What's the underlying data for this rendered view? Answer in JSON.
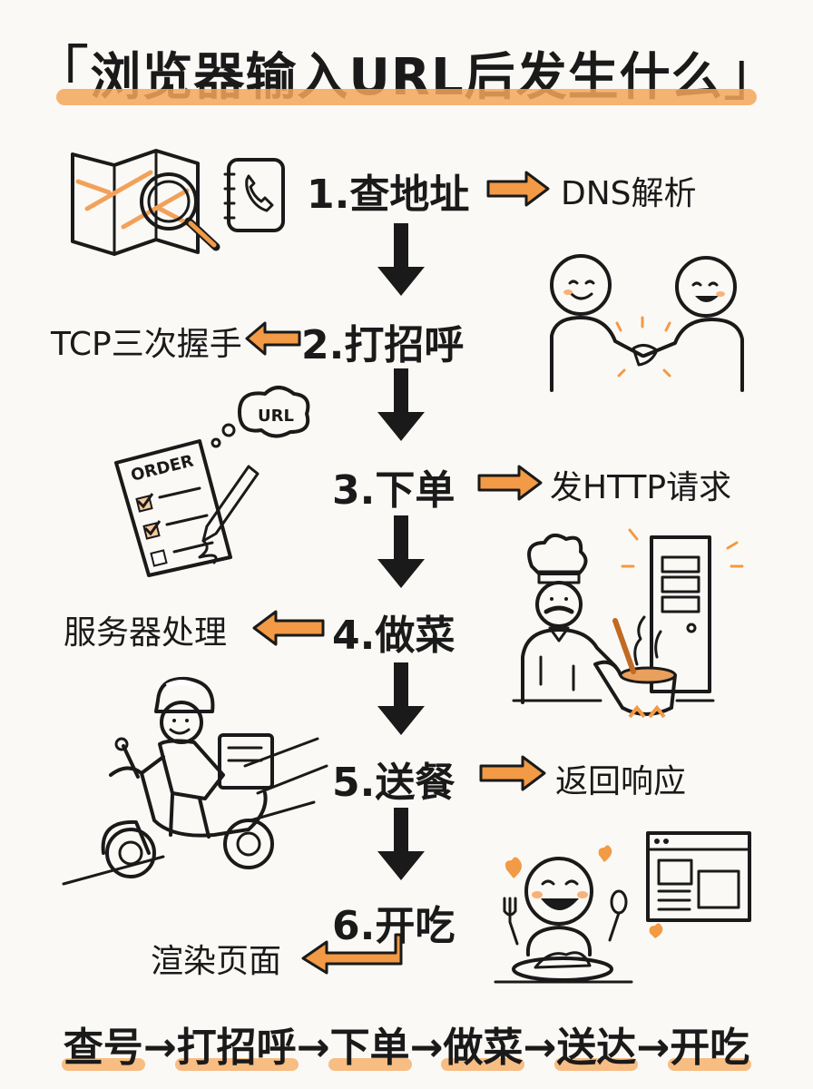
{
  "title": {
    "open_bracket": "「",
    "text": "浏览器输入URL后发生什么",
    "close_bracket": "」"
  },
  "steps": [
    {
      "label": "1.查地址",
      "tech": "DNS解析"
    },
    {
      "label": "2.打招呼",
      "tech": "TCP三次握手"
    },
    {
      "label": "3.下单",
      "tech": "发HTTP请求"
    },
    {
      "label": "4.做菜",
      "tech": "服务器处理"
    },
    {
      "label": "5.送餐",
      "tech": "返回响应"
    },
    {
      "label": "6.开吃",
      "tech": "渲染页面"
    }
  ],
  "illustrations": {
    "order_bubble": "URL",
    "order_paper": "ORDER"
  },
  "summary": {
    "items": [
      "查号",
      "打招呼",
      "下单",
      "做菜",
      "送达",
      "开吃"
    ],
    "arrow": "→"
  }
}
